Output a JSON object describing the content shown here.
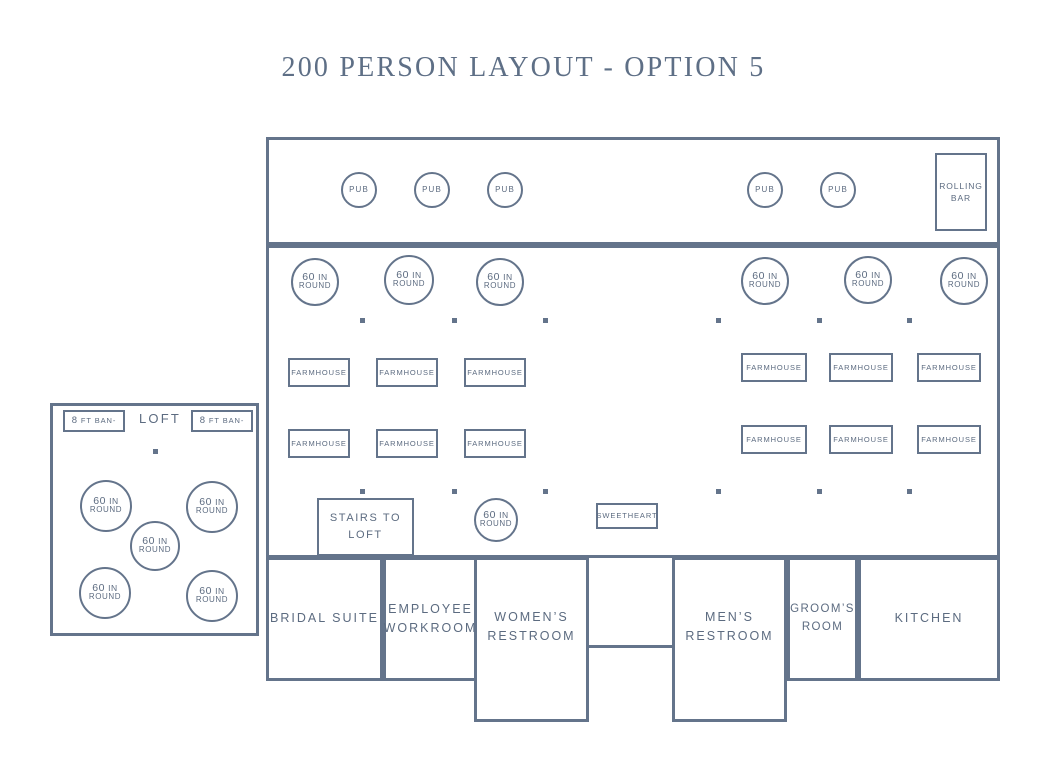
{
  "page": {
    "title": "200 PERSON LAYOUT - OPTION 5",
    "background": "#ffffff",
    "line_color": "#64748b",
    "text_color": "#5c6b80"
  },
  "loft": {
    "title": "LOFT",
    "banquet_tables": [
      {
        "id": "ban-left",
        "num": "8",
        "rest": "FT BAN-"
      },
      {
        "id": "ban-right",
        "num": "8",
        "rest": "FT BAN-"
      }
    ],
    "round_tables": [
      {
        "id": "loft-round-1",
        "num": "60",
        "in": "IN",
        "round": "ROUND"
      },
      {
        "id": "loft-round-2",
        "num": "60",
        "in": "IN",
        "round": "ROUND"
      },
      {
        "id": "loft-round-3",
        "num": "60",
        "in": "IN",
        "round": "ROUND"
      },
      {
        "id": "loft-round-4",
        "num": "60",
        "in": "IN",
        "round": "ROUND"
      },
      {
        "id": "loft-round-5",
        "num": "60",
        "in": "IN",
        "round": "ROUND"
      }
    ],
    "round_count": 5,
    "marker_count": 1
  },
  "bar_area": {
    "pub_label": "PUB",
    "pub_count": 5,
    "rolling_bar": "ROLLING\nBAR"
  },
  "main_hall": {
    "round_label": {
      "num": "60",
      "in": "IN",
      "round": "ROUND"
    },
    "round_count_top": 6,
    "farmhouse_label": "FARMHOUSE",
    "farmhouse_count": 12,
    "sweetheart_label": "SWEETHEART",
    "floor_round_label": {
      "num": "60",
      "in": "IN",
      "round": "ROUND"
    }
  },
  "rooms": [
    {
      "id": "stairs-to-loft",
      "label": "STAIRS TO\nLOFT"
    },
    {
      "id": "bridal-suite",
      "label": "BRIDAL SUITE"
    },
    {
      "id": "employee-workroom",
      "label": "EMPLOYEE\nWORKROOM"
    },
    {
      "id": "womens-restroom",
      "label": "WOMEN’S\nRESTROOM"
    },
    {
      "id": "mens-restroom",
      "label": "MEN’S\nRESTROOM"
    },
    {
      "id": "grooms-room",
      "label": "GROOM’S\nROOM"
    },
    {
      "id": "kitchen",
      "label": "KITCHEN"
    }
  ]
}
